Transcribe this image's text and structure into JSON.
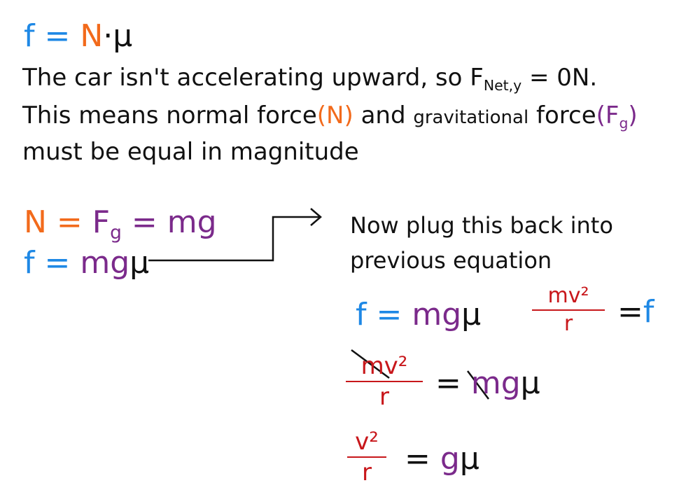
{
  "line1": {
    "f": "f",
    "eq": "=",
    "N": "N",
    "dot": "·",
    "mu": "μ"
  },
  "para": {
    "l1_a": "The car isn't accelerating upward, so F",
    "l1_sub": "Net,y",
    "l1_b": " = 0N.",
    "l2_a": "This means normal force",
    "l2_N": "(N)",
    "l2_b": " and ",
    "l2_grav": "gravitational",
    "l2_c": " force",
    "l2_Fg": "(F",
    "l2_Fg_sub": "g",
    "l2_Fg_close": ")",
    "l3": "must be equal in magnitude"
  },
  "eq_block": {
    "N": "N",
    "eq1": "=",
    "Fg": "F",
    "Fg_sub": "g",
    "eq2": "=",
    "mg": "mg",
    "f": "f",
    "eq3": "=",
    "mgmu_mg": "mg",
    "mgmu_mu": "μ"
  },
  "note": {
    "l1": "Now plug this back into",
    "l2": "previous equation"
  },
  "right_eq": {
    "f": "f",
    "eq": "=",
    "mg": "mg",
    "mu": "μ",
    "frac_num": "mv²",
    "frac_den": "r",
    "eq2": "=",
    "f2": "f"
  },
  "cancel_eq": {
    "frac_num": "mv²",
    "frac_den": "r",
    "eq": "=",
    "mg": "mg",
    "mu": "μ"
  },
  "final_eq": {
    "frac_num": "v²",
    "frac_den": "r",
    "eq": "=",
    "g": "g",
    "mu": "μ"
  },
  "colors": {
    "friction": "#1e88e5",
    "normal": "#f26a1b",
    "gravity": "#7b2a8b",
    "centripetal": "#c8171b",
    "ink": "#111111"
  }
}
